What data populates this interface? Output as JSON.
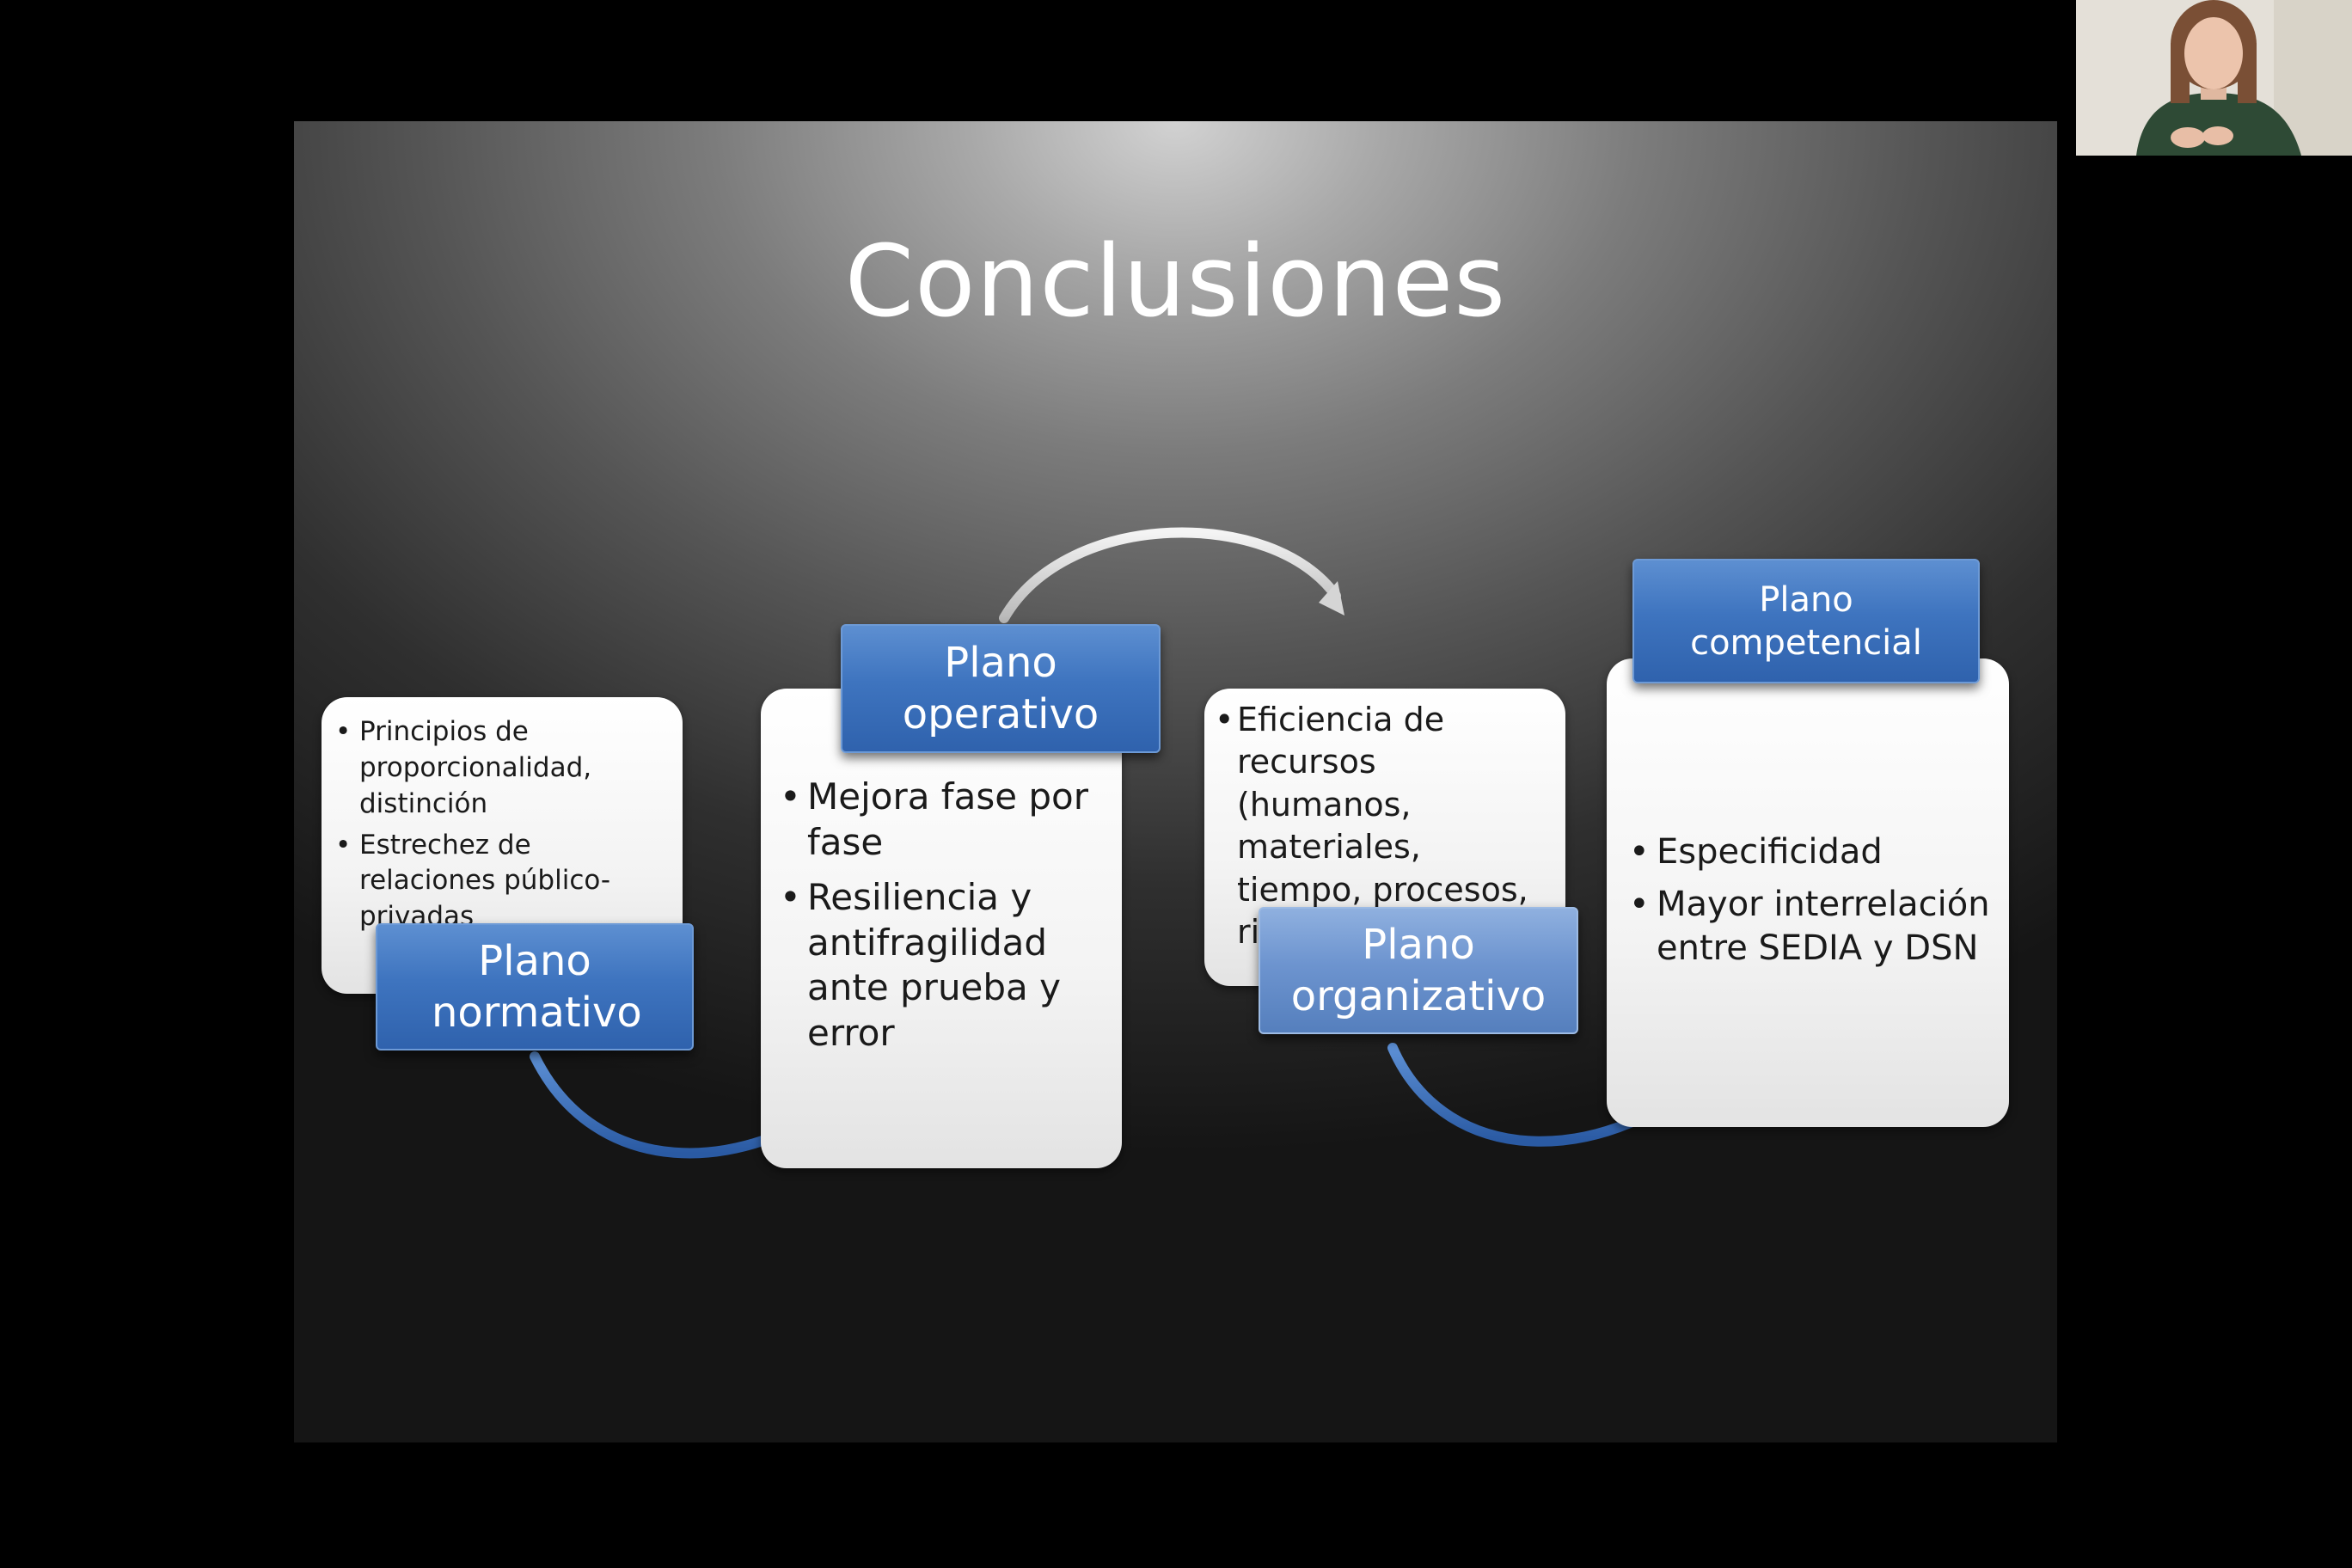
{
  "slide": {
    "title": "Conclusiones",
    "cards": {
      "normativo": {
        "label": "Plano normativo",
        "items": [
          "Principios de proporcionalidad, distinción",
          "Estrechez de relaciones público-privadas"
        ]
      },
      "operativo": {
        "label": "Plano operativo",
        "items": [
          "Mejora fase por fase",
          "Resiliencia y antifragilidad ante prueba y error"
        ]
      },
      "organizativo": {
        "label": "Plano organizativo",
        "items": [
          "Eficiencia de recursos (humanos, materiales, tiempo, procesos, riesgos)."
        ]
      },
      "competencial": {
        "label": "Plano competencial",
        "items": [
          "Especificidad",
          "Mayor interrelación entre SEDIA y DSN"
        ]
      }
    },
    "bullet": "•"
  },
  "colors": {
    "label_blue": "#3e74bf",
    "label_faded_blue": "#6d94cf",
    "arrow_blue": "#2f62ad",
    "arrow_white": "#e6e6e6"
  },
  "icons": {
    "arrow_down_curve": "curved-arrow-icon",
    "arrow_up_curve": "curved-arrow-icon"
  }
}
